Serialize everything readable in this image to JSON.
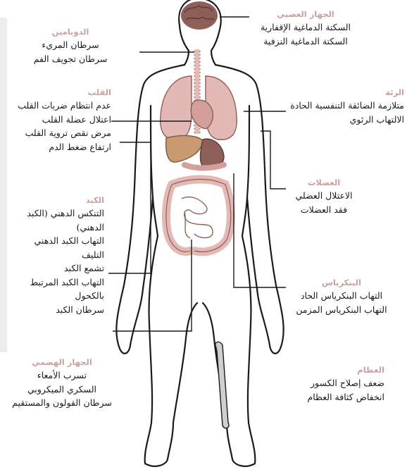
{
  "colors": {
    "title": "#c9a0a0",
    "text": "#1a1a1a",
    "organ_pink": "#e3b9b6",
    "organ_brown": "#c99a72",
    "organ_dark": "#8e5f56",
    "bone": "#cfcfcf"
  },
  "labels": {
    "nervous": {
      "title": "الجهاز العصبي",
      "items": [
        "السكتة الدماغية الإقفارية",
        "السكتة الدماغية النزفية"
      ]
    },
    "dopamine": {
      "title": "الدوبامين",
      "items": [
        "سرطان المريء",
        "سرطان تجويف الفم"
      ]
    },
    "heart": {
      "title": "القلب",
      "items": [
        "عدم انتظام ضربات القلب",
        "اعتلال عضلة القلب",
        "مرض نقص تروية القلب",
        "ارتفاع ضغط الدم"
      ]
    },
    "lung": {
      "title": "الرئة",
      "items": [
        "متلازمة الضائقة التنفسية الحادة",
        "الالتهاب الرئوي"
      ]
    },
    "muscles": {
      "title": "العضلات",
      "items": [
        "الاعتلال العضلي",
        "فقد العضلات"
      ]
    },
    "liver": {
      "title": "الكبد",
      "items": [
        "التنكس الدهني (الكبد",
        "الدهني)",
        "التهاب الكبد الدهني",
        "التليف",
        "تشمع الكبد",
        "التهاب الكبد المرتبط",
        "بالكحول",
        "سرطان الكبد"
      ]
    },
    "pancreas": {
      "title": "البنكرياس",
      "items": [
        "التهاب البنكرياس الحاد",
        "التهاب البنكرياس المزمن"
      ]
    },
    "digestive": {
      "title": "الجهاز الهضمي",
      "items": [
        "تسرب الأمعاء",
        "السكري الميكروبي",
        "سرطان القولون والمستقيم"
      ]
    },
    "bones": {
      "title": "العظام",
      "items": [
        "ضعف إصلاح الكسور",
        "انخفاض كثافة العظام"
      ]
    }
  }
}
